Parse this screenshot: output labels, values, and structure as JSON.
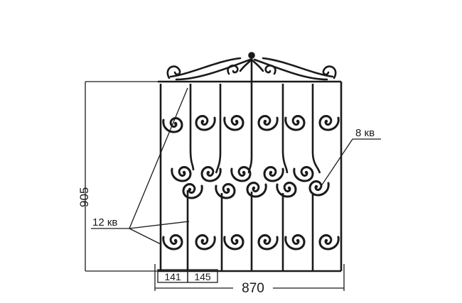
{
  "drawing": {
    "title": "",
    "dimensions": {
      "height": "905",
      "total_width": "870",
      "segment_left": "141",
      "segment_right": "145"
    },
    "callouts": {
      "left": "12 кв",
      "right": "8 кв"
    },
    "colors": {
      "ink": "#1a1a1a",
      "background": "#ffffff"
    }
  }
}
